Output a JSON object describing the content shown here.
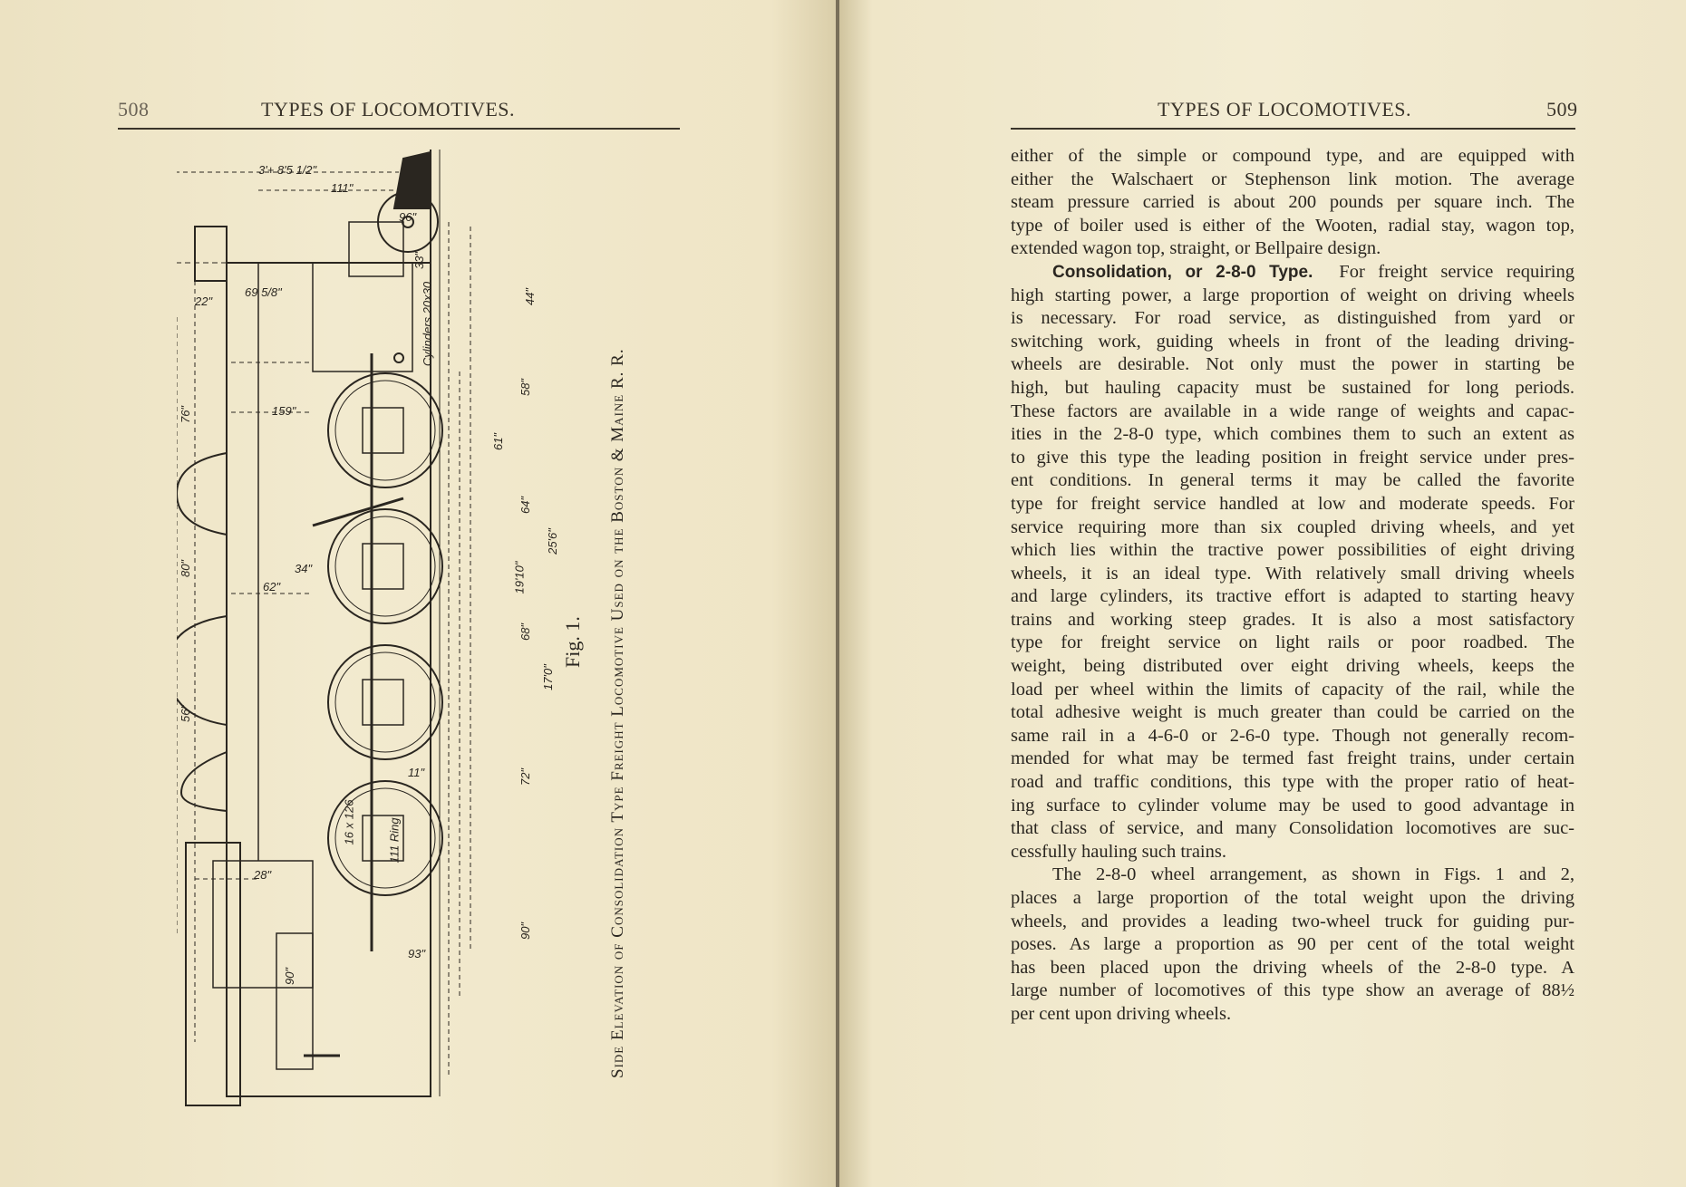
{
  "left_page": {
    "page_number": "508",
    "running_head": "TYPES OF LOCOMOTIVES.",
    "figure": {
      "caption": "Side Elevation of Consolidation Type Freight Locomotive Used on the Boston & Maine R. R.",
      "label": "Fig. 1.",
      "dimension_labels": [
        "3'+ 8'5 1/2\"",
        "111\"",
        "96\"",
        "33\"",
        "44\"",
        "58\"",
        "61\"",
        "64\"",
        "68\"",
        "72\"",
        "90\"",
        "25'6\"",
        "17'0\"",
        "19'10\"",
        "Cylinders 20x30",
        "16 x 126",
        "111 Ring",
        "28\"",
        "90\"",
        "76\"",
        "80\"",
        "56\"",
        "62\"",
        "159\"",
        "69 5/8\"",
        "22\"",
        "34\"",
        "93\"",
        "11\""
      ]
    }
  },
  "right_page": {
    "page_number": "509",
    "running_head": "TYPES OF LOCOMOTIVES.",
    "paragraphs": [
      {
        "lines": [
          "either of the simple or compound type, and are equipped with",
          "either the Walschaert or Stephenson link motion. The average",
          "steam pressure carried is about 200 pounds per square inch. The",
          "type of boiler used is either of the Wooten, radial stay, wagon top,",
          "extended wagon top, straight, or Bellpaire design."
        ]
      },
      {
        "heading": "Consolidation, or 2-8-0 Type.",
        "first_line_rest": "For freight service requiring",
        "lines": [
          "high starting power, a large proportion of weight on driving wheels",
          "is necessary. For road service, as distinguished from yard or",
          "switching work, guiding wheels in front of the leading driving-",
          "wheels are desirable. Not only must the power in starting be",
          "high, but hauling capacity must be sustained for long periods.",
          "These factors are available in a wide range of weights and capac-",
          "ities in the 2-8-0 type, which combines them to such an extent as",
          "to give this type the leading position in freight service under pres-",
          "ent conditions. In general terms it may be called the favorite",
          "type for freight service handled at low and moderate speeds. For",
          "service requiring more than six coupled driving wheels, and yet",
          "which lies within the tractive power possibilities of eight driving",
          "wheels, it is an ideal type. With relatively small driving wheels",
          "and large cylinders, its tractive effort is adapted to starting heavy",
          "trains and working steep grades. It is also a most satisfactory",
          "type for freight service on light rails or poor roadbed. The",
          "weight, being distributed over eight driving wheels, keeps the",
          "load per wheel within the limits of capacity of the rail, while the",
          "total adhesive weight is much greater than could be carried on the",
          "same rail in a 4-6-0 or 2-6-0 type. Though not generally recom-",
          "mended for what may be termed fast freight trains, under certain",
          "road and traffic conditions, this type with the proper ratio of heat-",
          "ing surface to cylinder volume may be used to good advantage in",
          "that class of service, and many Consolidation locomotives are suc-",
          "cessfully hauling such trains."
        ]
      },
      {
        "lines": [
          "The 2-8-0 wheel arrangement, as shown in Figs. 1 and 2,",
          "places a large proportion of the total weight upon the driving",
          "wheels, and provides a leading two-wheel truck for guiding pur-",
          "poses. As large a proportion as 90 per cent of the total weight",
          "has been placed upon the driving wheels of the 2-8-0 type. A",
          "large number of locomotives of this type show an average of 88½",
          "per cent upon driving wheels."
        ]
      }
    ]
  }
}
